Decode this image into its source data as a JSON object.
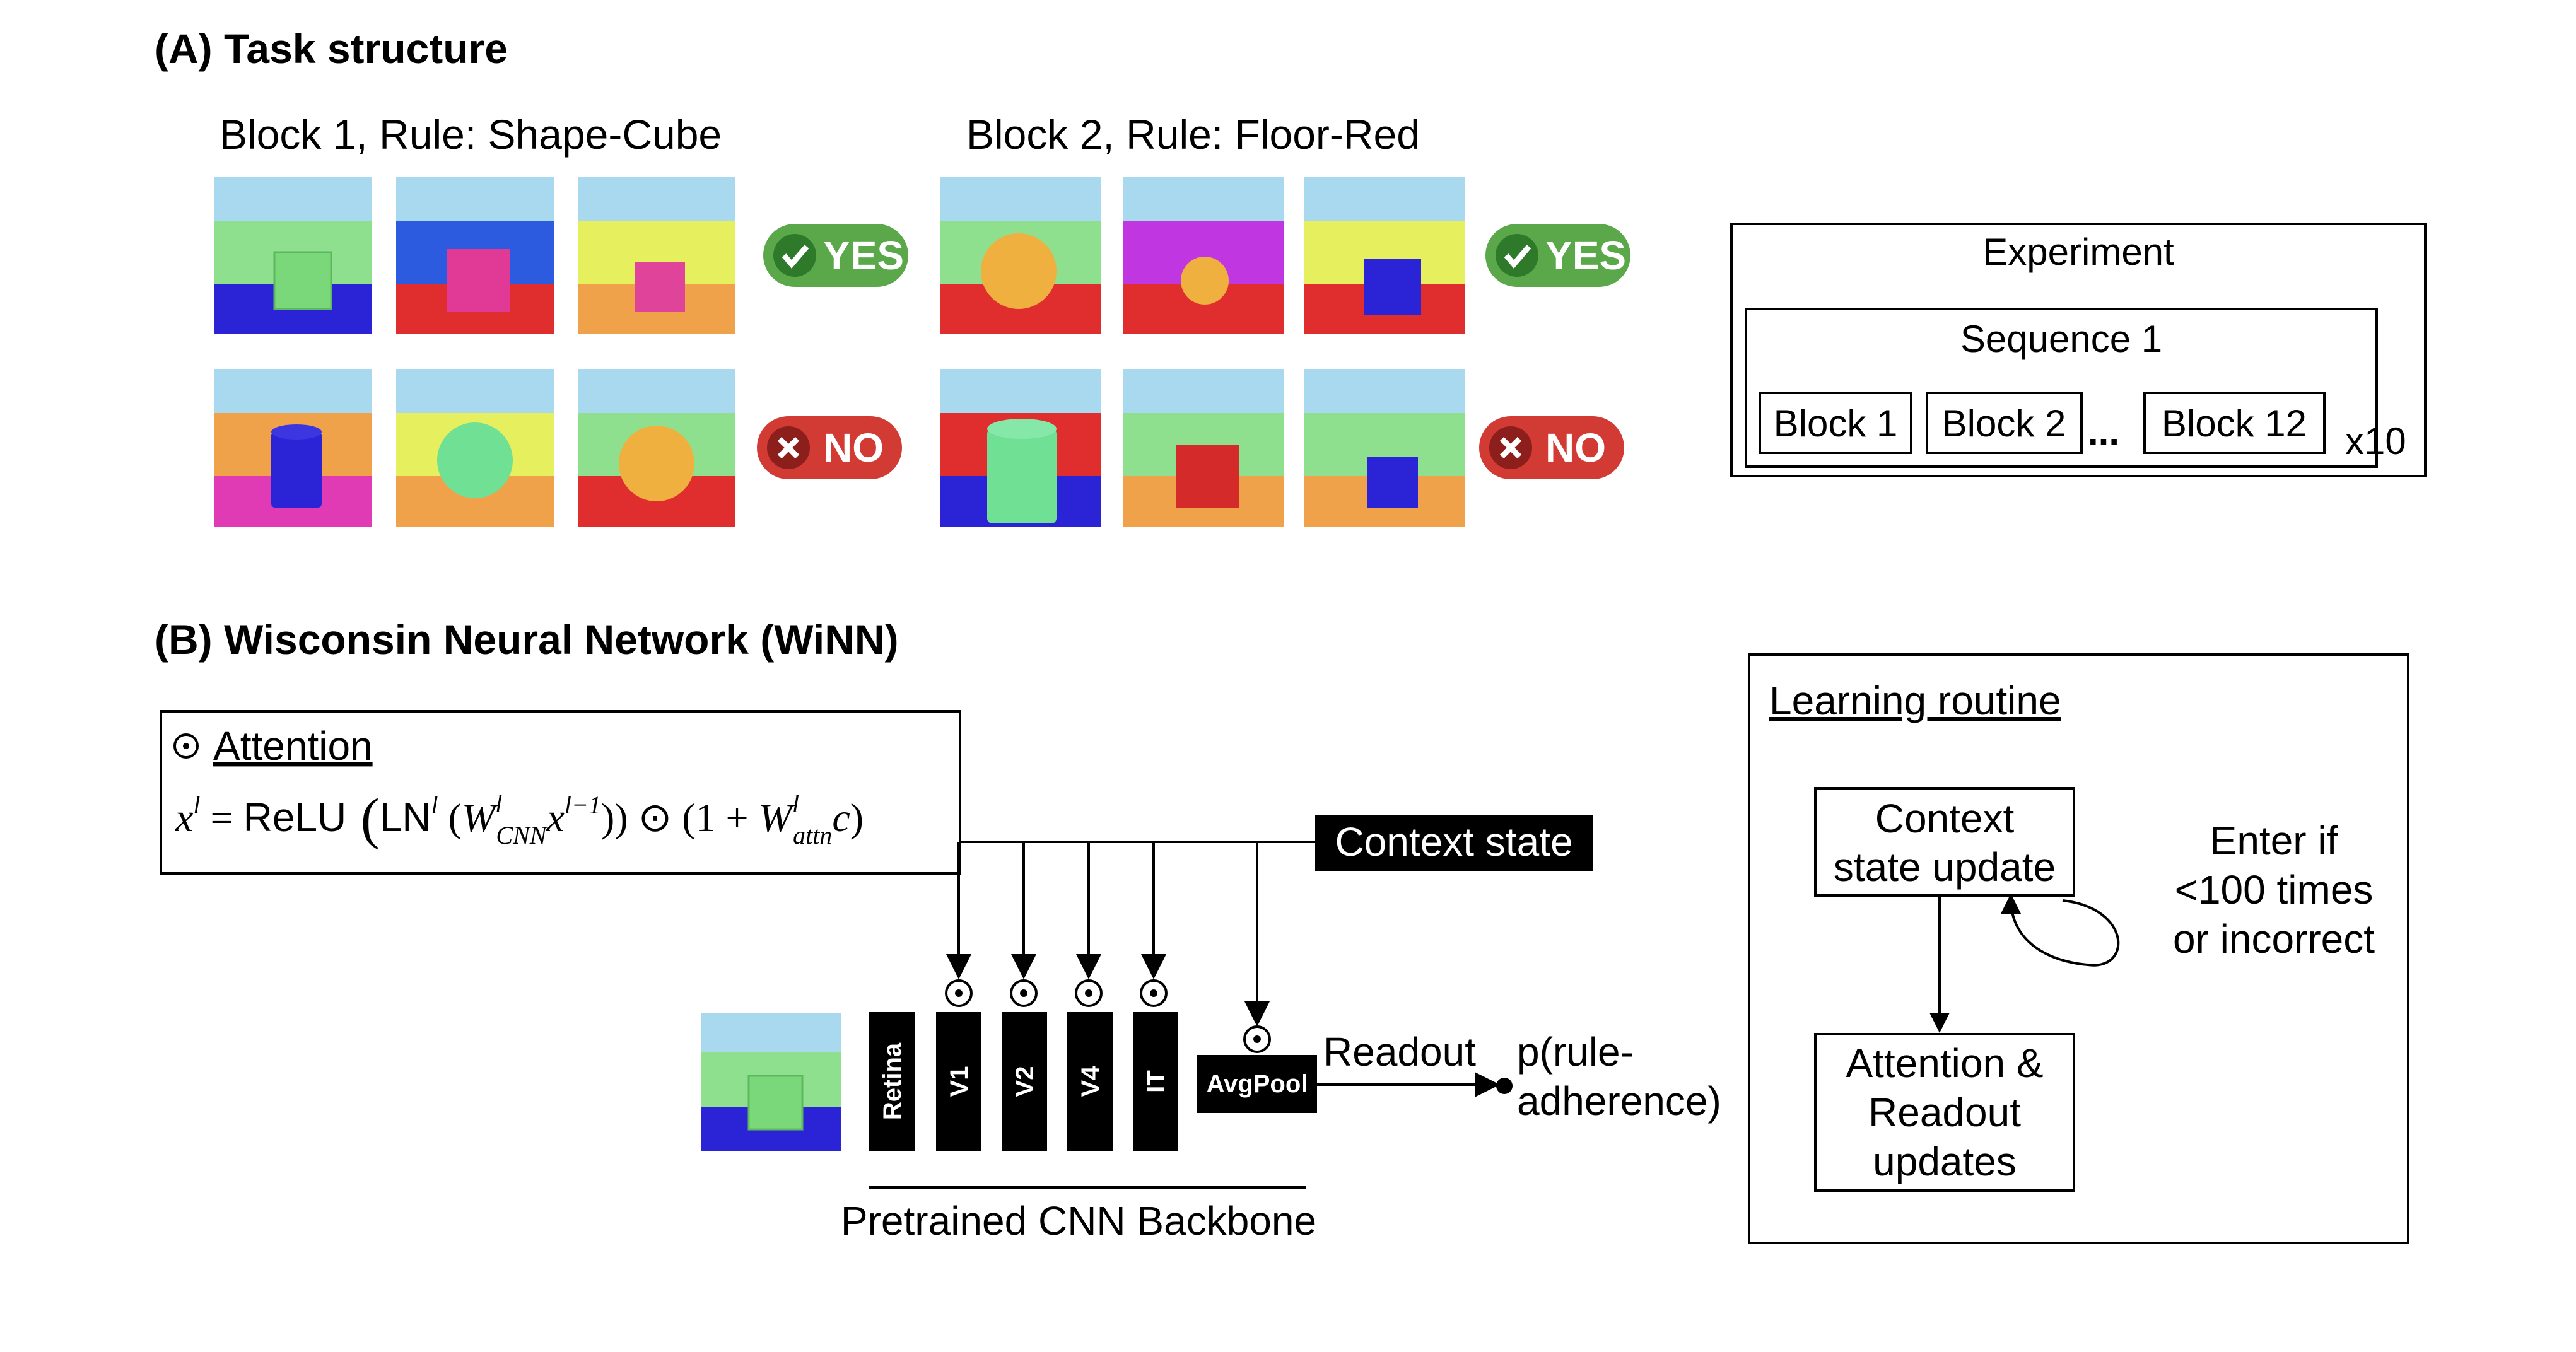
{
  "sectionA": {
    "title": "(A) Task structure",
    "block1_title": "Block 1, Rule: Shape-Cube",
    "block2_title": "Block 2, Rule: Floor-Red",
    "yes_label": "YES",
    "no_label": "NO",
    "experiment": {
      "title": "Experiment",
      "sequence_title": "Sequence 1",
      "blocks": [
        "Block 1",
        "Block 2",
        "Block 12"
      ],
      "ellipsis": "...",
      "repeat": "x10"
    }
  },
  "sectionB": {
    "title": "(B) Wisconsin Neural Network (WiNN)",
    "attention": {
      "symbol": "⊙",
      "title": "Attention",
      "equation": "x^l = ReLU(LN^l(W^l_CNN x^(l-1))) ⊙ (1 + W^l_attn c)"
    },
    "context_state": "Context state",
    "layers": [
      "Retina",
      "V1",
      "V2",
      "V4",
      "IT"
    ],
    "avgpool": "AvgPool",
    "readout": "Readout",
    "output": [
      "p(rule-",
      "adherence)"
    ],
    "backbone": "Pretrained CNN Backbone"
  },
  "learning": {
    "title": "Learning routine",
    "context_update": [
      "Context",
      "state update"
    ],
    "loop_condition": [
      "Enter if",
      "<100 times",
      "or incorrect"
    ],
    "updates": [
      "Attention &",
      "Readout",
      "updates"
    ]
  }
}
